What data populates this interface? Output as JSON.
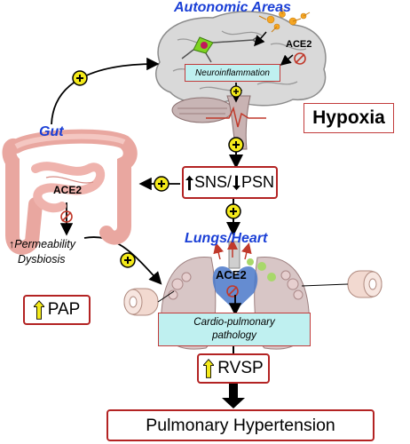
{
  "titles": {
    "autonomic": "Autonomic Areas",
    "gut": "Gut",
    "lungs_heart": "Lungs/Heart"
  },
  "brain": {
    "ace2": "ACE2",
    "neuroinflammation": "Neuroinflammation"
  },
  "hypoxia": "Hypoxia",
  "sns_psn": {
    "sns": "SNS/",
    "psn": "PSN"
  },
  "gut_panel": {
    "ace2": "ACE2",
    "permeability": "Permeability",
    "dysbiosis": "Dysbiosis"
  },
  "lung_panel": {
    "ace2": "ACE2",
    "pathology_line1": "Cardio-pulmonary",
    "pathology_line2": "pathology"
  },
  "pap": "PAP",
  "rvsp": "RVSP",
  "outcome": "Pulmonary Hypertension",
  "plus_symbol": "+",
  "colors": {
    "title_blue": "#1a3fd6",
    "box_border": "#b32323",
    "plus_fill": "#f4ea1a",
    "cyan_box": "#bff0f0",
    "up_arrow": "#f4ea1a"
  }
}
